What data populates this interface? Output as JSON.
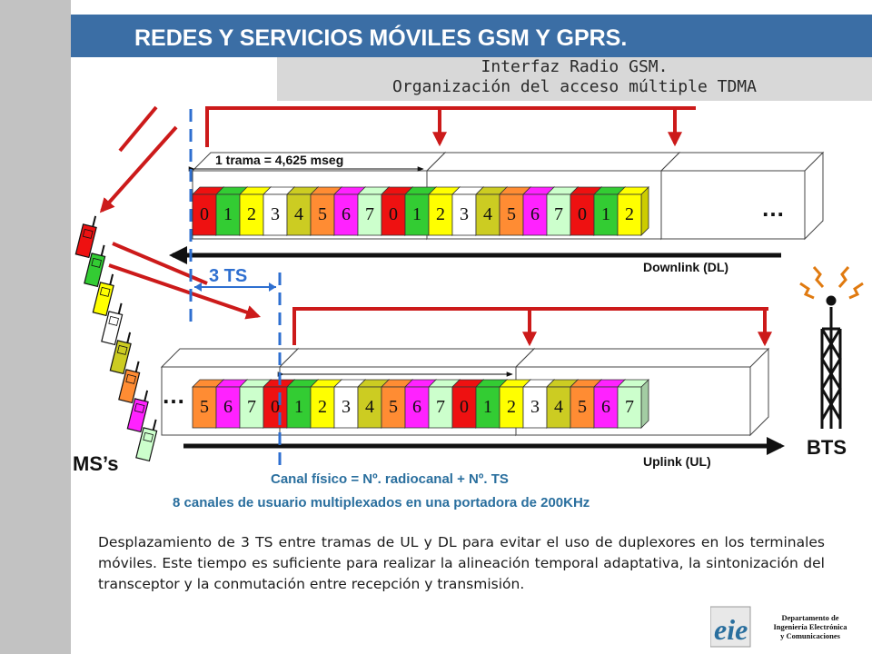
{
  "title": "REDES Y SERVICIOS MÓVILES GSM Y GPRS.",
  "subtitle_line1": "Interfaz Radio GSM.",
  "subtitle_line2": "Organización del acceso múltiple TDMA",
  "diagram": {
    "frame_label": "1 trama = 4,625 mseg",
    "shift_label": "3 TS",
    "downlink_label": "Downlink (DL)",
    "uplink_label": "Uplink (UL)",
    "ms_label": "MS’s",
    "bts_label": "BTS",
    "ellipsis": "…",
    "dl_slots": [
      "0",
      "1",
      "2",
      "3",
      "4",
      "5",
      "6",
      "7",
      "0",
      "1",
      "2",
      "3",
      "4",
      "5",
      "6",
      "7",
      "0",
      "1",
      "2"
    ],
    "ul_slots": [
      "5",
      "6",
      "7",
      "0",
      "1",
      "2",
      "3",
      "4",
      "5",
      "6",
      "7",
      "0",
      "1",
      "2",
      "3",
      "4",
      "5",
      "6",
      "7"
    ],
    "slot_colors": [
      "#ee1111",
      "#33cc33",
      "#ffff00",
      "#ffffff",
      "#cccc22",
      "#ff8c33",
      "#ff22ff",
      "#ccffcc"
    ],
    "arrow_red": "#cc1a1a",
    "dash_blue": "#2e6fd0"
  },
  "canal_text": "Canal físico = Nº. radiocanal + Nº. TS",
  "multiplex_text": "8 canales de usuario multiplexados en una portadora de 200KHz",
  "paragraph": "Desplazamiento de 3 TS entre tramas de UL y DL para evitar el uso de duplexores en los terminales móviles. Este tiempo es suficiente para realizar la alineación temporal adaptativa, la sintonización del transceptor y la conmutación entre recepción y transmisión.",
  "dept_line1": "Departamento de",
  "dept_line2": "Ingeniería Electrónica",
  "dept_line3": "y Comunicaciones",
  "logo_letters": "eie"
}
